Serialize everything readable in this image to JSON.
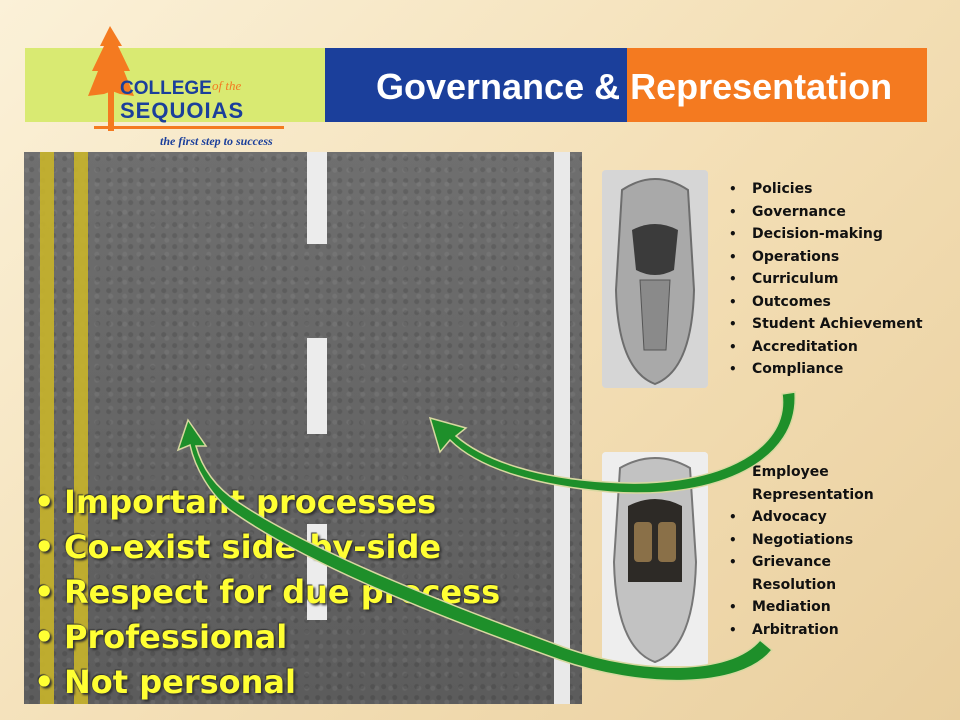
{
  "header": {
    "title_part1": "Governance & ",
    "title_part2": "Representation",
    "colors": {
      "green": "#d9ea72",
      "blue": "#1b3f9b",
      "orange": "#f47a20"
    }
  },
  "logo": {
    "line1": "COLLEGE",
    "of_the": "of the",
    "line2": "SEQUOIAS",
    "tagline": "the first step to success",
    "icon": "sequoia-tree-icon"
  },
  "road_bullets": [
    "Important processes",
    "Co-exist side-by-side",
    "Respect for due process",
    "Professional",
    "Not personal"
  ],
  "governance_list": [
    "Policies",
    "Governance",
    "Decision-making",
    "Operations",
    "Curriculum",
    "Outcomes",
    "Student Achievement",
    "Accreditation",
    "Compliance"
  ],
  "representation_list": [
    "Employee Representation",
    "Advocacy",
    "Negotiations",
    "Grievance Resolution",
    "Mediation",
    "Arbitration"
  ],
  "images": {
    "car_top": "silver-convertible-car-top-view",
    "car_bottom": "silver-convertible-car-open-top-view",
    "road": "asphalt-road-background"
  },
  "arrow_color": "#1e8f2a"
}
